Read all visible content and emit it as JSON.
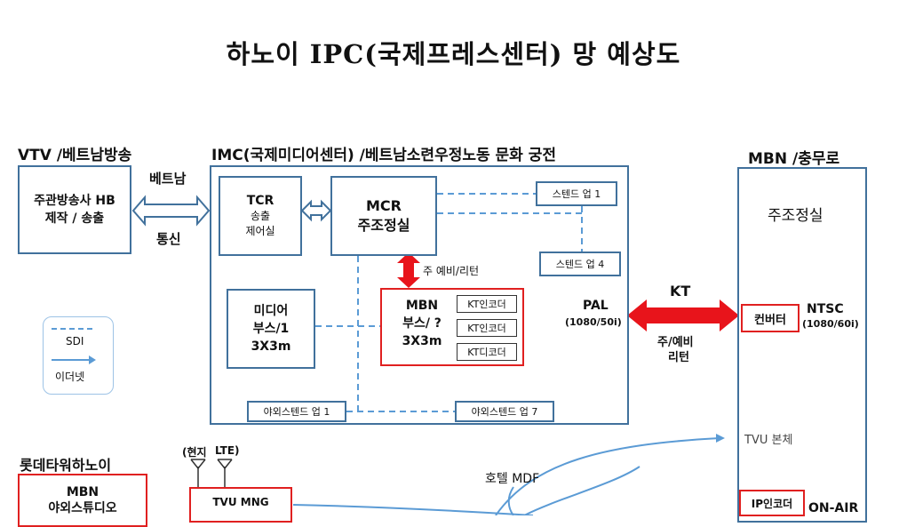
{
  "title": "하노이 IPC(국제프레스센터) 망 예상도",
  "vtv": {
    "header": "VTV /베트남방송",
    "box_line1": "주관방송사 HB",
    "box_line2": "제작 / 송출"
  },
  "vietnam_telecom": {
    "line1": "베트남",
    "line2": "통신"
  },
  "imc": {
    "header": "IMC(국제미디어센터) /베트남소련우정노동 문화 궁전",
    "tcr": {
      "title": "TCR",
      "sub1": "송출",
      "sub2": "제어실"
    },
    "mcr": {
      "title": "MCR",
      "sub": "주조정실"
    },
    "stand_up_1": "스텐드 업 1",
    "stand_up_4": "스텐드 업 4",
    "primary_backup_return": "주 예비/리턴",
    "media_booth": {
      "line1": "미디어",
      "line2": "부스/1",
      "line3": "3X3m"
    },
    "mbn_booth": {
      "line1": "MBN",
      "line2": "부스/ ?",
      "line3": "3X3m"
    },
    "encoders": [
      "KT인코더",
      "KT인코더",
      "KT디코더"
    ],
    "pal_label": "PAL",
    "pal_format": "(1080/50i)",
    "outdoor_stand_up_1": "야외스텐드 업 1",
    "outdoor_stand_up_7": "야외스텐드 업 7"
  },
  "legend": {
    "sdi": "SDI",
    "ethernet": "이더넷"
  },
  "kt_link": {
    "label": "KT",
    "sub1": "주/예비",
    "sub2": "리턴"
  },
  "mbn": {
    "header": "MBN /충무로",
    "master_control": "주조정실",
    "converter": "컨버터",
    "ntsc_label": "NTSC",
    "ntsc_format": "(1080/60i)",
    "tvu_body": "TVU 본체",
    "ip_encoder": "IP인코더",
    "on_air": "ON-AIR"
  },
  "lotte": {
    "header": "롯데타워하노이",
    "studio_line1": "MBN",
    "studio_line2": "야외스튜디오"
  },
  "lte": {
    "label_local": "(현지",
    "label_lte": "LTE)",
    "tvu_mng": "TVU MNG"
  },
  "hotel_mdf": "호텔 MDF",
  "colors": {
    "box_border": "#41719c",
    "red": "#e02020",
    "dash": "#5b9bd5"
  }
}
